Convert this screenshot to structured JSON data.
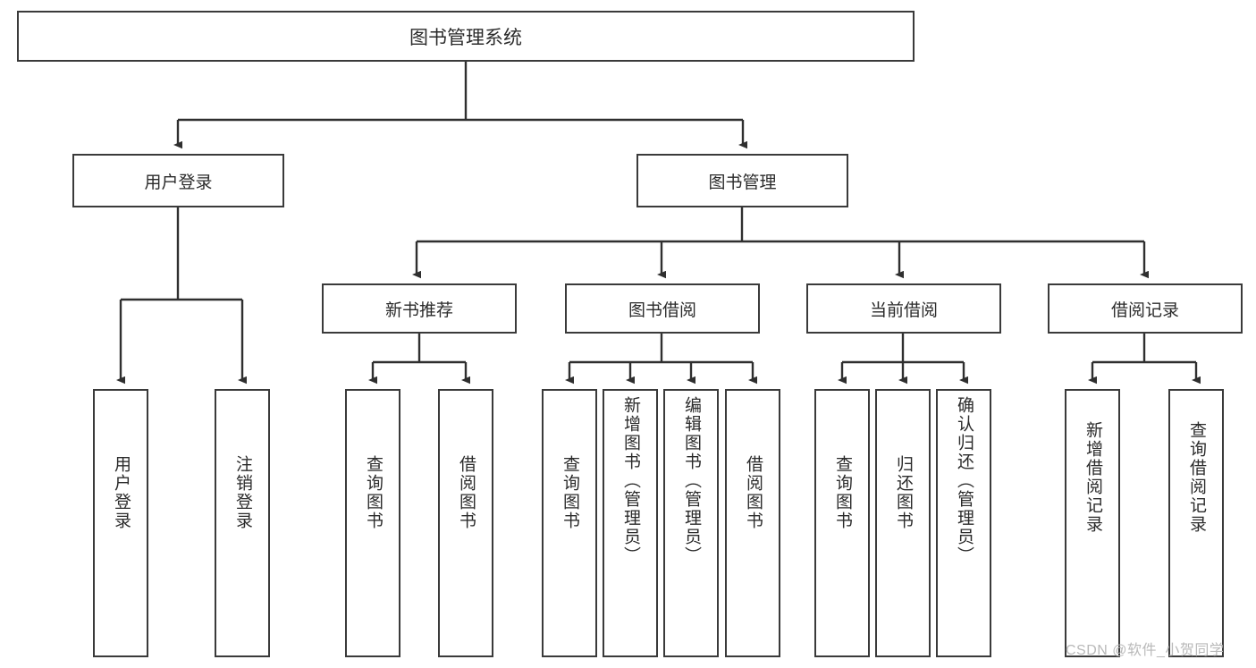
{
  "diagram": {
    "title": "图书管理系统",
    "root": {
      "label": "图书管理系统"
    },
    "level2": [
      {
        "label": "用户登录"
      },
      {
        "label": "图书管理"
      }
    ],
    "level3": [
      {
        "label": "新书推荐"
      },
      {
        "label": "图书借阅"
      },
      {
        "label": "当前借阅"
      },
      {
        "label": "借阅记录"
      }
    ],
    "leaves": {
      "user_login": [
        {
          "label": "用户登录"
        },
        {
          "label": "注销登录"
        }
      ],
      "new_book": [
        {
          "label": "查询图书"
        },
        {
          "label": "借阅图书"
        }
      ],
      "book_borrow": [
        {
          "label": "查询图书"
        },
        {
          "label": "新增图书（管理员）"
        },
        {
          "label": "编辑图书（管理员）"
        },
        {
          "label": "借阅图书"
        }
      ],
      "current_borrow": [
        {
          "label": "查询图书"
        },
        {
          "label": "归还图书"
        },
        {
          "label": "确认归还（管理员）"
        }
      ],
      "borrow_record": [
        {
          "label": "新增借阅记录"
        },
        {
          "label": "查询借阅记录"
        }
      ]
    }
  },
  "watermark": {
    "text": "CSDN @软件_小贺同学"
  },
  "colors": {
    "border": "#3a3a3a",
    "text": "#2b2b2b",
    "background": "#ffffff",
    "watermark": "#b9b9b9"
  }
}
